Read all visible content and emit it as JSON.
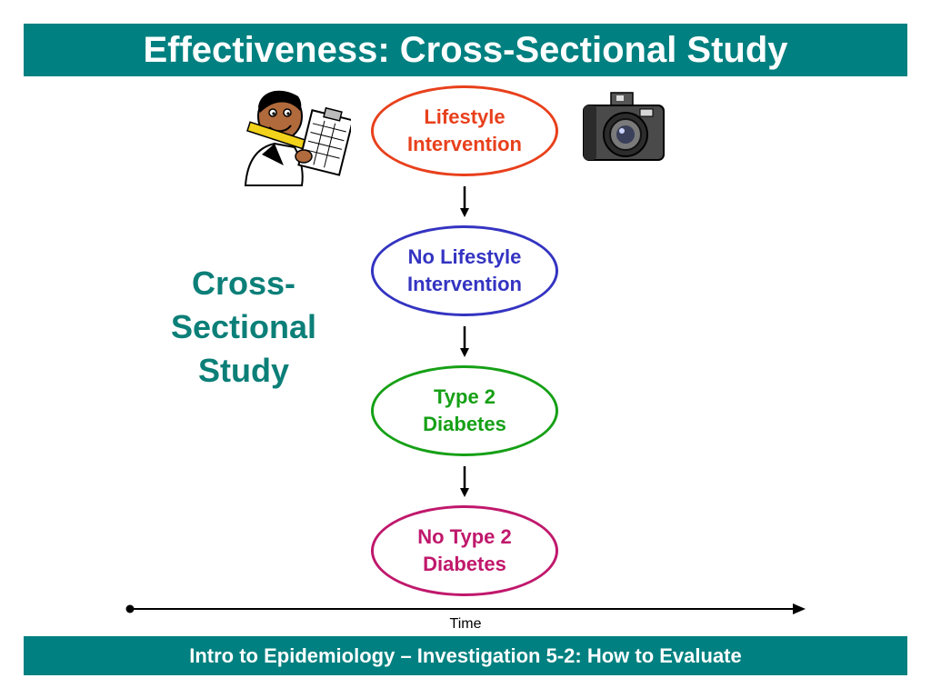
{
  "slide": {
    "title": "Effectiveness:  Cross-Sectional Study",
    "footer": "Intro to Epidemiology – Investigation 5-2:  How to Evaluate",
    "side_label": "Cross-\nSectional\nStudy",
    "time_label": "Time"
  },
  "flow": [
    {
      "id": "lifestyle-intervention",
      "label": "Lifestyle\nIntervention",
      "color": "#e8401c"
    },
    {
      "id": "no-lifestyle-intervention",
      "label": "No Lifestyle\nIntervention",
      "color": "#3434c2"
    },
    {
      "id": "type-2-diabetes",
      "label": "Type 2\nDiabetes",
      "color": "#16a016"
    },
    {
      "id": "no-type-2-diabetes",
      "label": "No Type 2\nDiabetes",
      "color": "#c0186c"
    }
  ],
  "colors": {
    "banner": "#008080",
    "side_label": "#0b7f78"
  },
  "icons": {
    "left_clipart": "person-with-clipboard-icon",
    "right_clipart": "camera-icon"
  }
}
